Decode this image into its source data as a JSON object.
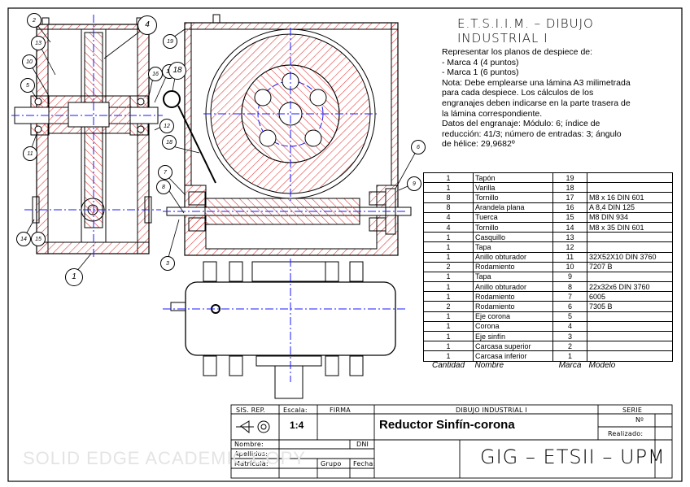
{
  "header": {
    "title": "E.T.S.I.I.M. – DIBUJO INDUSTRIAL I"
  },
  "notes": [
    "Representar los planos de despiece de:",
    "- Marca 4 (4 puntos)",
    "- Marca 1 (6 puntos)",
    "Nota: Debe emplearse una lámina A3 milimetrada",
    "para cada despiece. Los cálculos de los",
    "engranajes deben indicarse en la parte trasera de",
    "la lámina correspondiente.",
    "Datos del engranaje: Módulo: 6; índice de",
    "reducción: 41/3; número de entradas: 3; ángulo",
    "de hélice: 29,9682º"
  ],
  "parts_table": {
    "headers": [
      "Cantidad",
      "Nombre",
      "Marca",
      "Modelo"
    ],
    "rows": [
      [
        "1",
        "Tapón",
        "19",
        ""
      ],
      [
        "1",
        "Varilla",
        "18",
        ""
      ],
      [
        "8",
        "Tornillo",
        "17",
        "M8 x 16 DIN 601"
      ],
      [
        "8",
        "Arandela plana",
        "16",
        "A 8,4 DIN 125"
      ],
      [
        "4",
        "Tuerca",
        "15",
        "M8 DIN 934"
      ],
      [
        "4",
        "Tornillo",
        "14",
        "M8 x 35 DIN 601"
      ],
      [
        "1",
        "Casquillo",
        "13",
        ""
      ],
      [
        "1",
        "Tapa",
        "12",
        ""
      ],
      [
        "1",
        "Anillo obturador",
        "11",
        "32X52X10 DIN 3760"
      ],
      [
        "2",
        "Rodamiento",
        "10",
        "7207 B"
      ],
      [
        "1",
        "Tapa",
        "9",
        ""
      ],
      [
        "1",
        "Anillo obturador",
        "8",
        "22x32x6 DIN 3760"
      ],
      [
        "1",
        "Rodamiento",
        "7",
        "6005"
      ],
      [
        "2",
        "Rodamiento",
        "6",
        "7305 B"
      ],
      [
        "1",
        "Eje corona",
        "5",
        ""
      ],
      [
        "1",
        "Corona",
        "4",
        ""
      ],
      [
        "1",
        "Eje sinfín",
        "3",
        ""
      ],
      [
        "1",
        "Carcasa superior",
        "2",
        ""
      ],
      [
        "1",
        "Carcasa inferior",
        "1",
        ""
      ]
    ]
  },
  "balloons": [
    {
      "label": "2"
    },
    {
      "label": "4"
    },
    {
      "label": "13"
    },
    {
      "label": "10"
    },
    {
      "label": "5"
    },
    {
      "label": "11"
    },
    {
      "label": "14"
    },
    {
      "label": "15"
    },
    {
      "label": "1"
    },
    {
      "label": "19"
    },
    {
      "label": "16"
    },
    {
      "label": "17"
    },
    {
      "label": "18"
    },
    {
      "label": "12"
    },
    {
      "label": "18"
    },
    {
      "label": "7"
    },
    {
      "label": "8"
    },
    {
      "label": "3"
    },
    {
      "label": "6"
    },
    {
      "label": "9"
    }
  ],
  "title_block": {
    "sis_rep": "SIS. REP.",
    "escala_label": "Escala:",
    "escala": "1:4",
    "firma": "FIRMA",
    "course": "DIBUJO INDUSTRIAL I",
    "serie": "SERIE",
    "num": "Nº",
    "realizado": "Realizado:",
    "drawing_title": "Reductor Sinfín-corona",
    "nombre": "Nombre:",
    "dni": "DNI",
    "apellidos": "Apellidos:",
    "matricula": "Matrícula:",
    "grupo": "Grupo",
    "fecha": "Fecha:",
    "school": "GIG – ETSII – UPM"
  },
  "watermark": "SOLID EDGE ACADEMIC COPY",
  "colors": {
    "hatch": "#e23030",
    "centerline": "#1a1aff",
    "lines": "#000000"
  }
}
